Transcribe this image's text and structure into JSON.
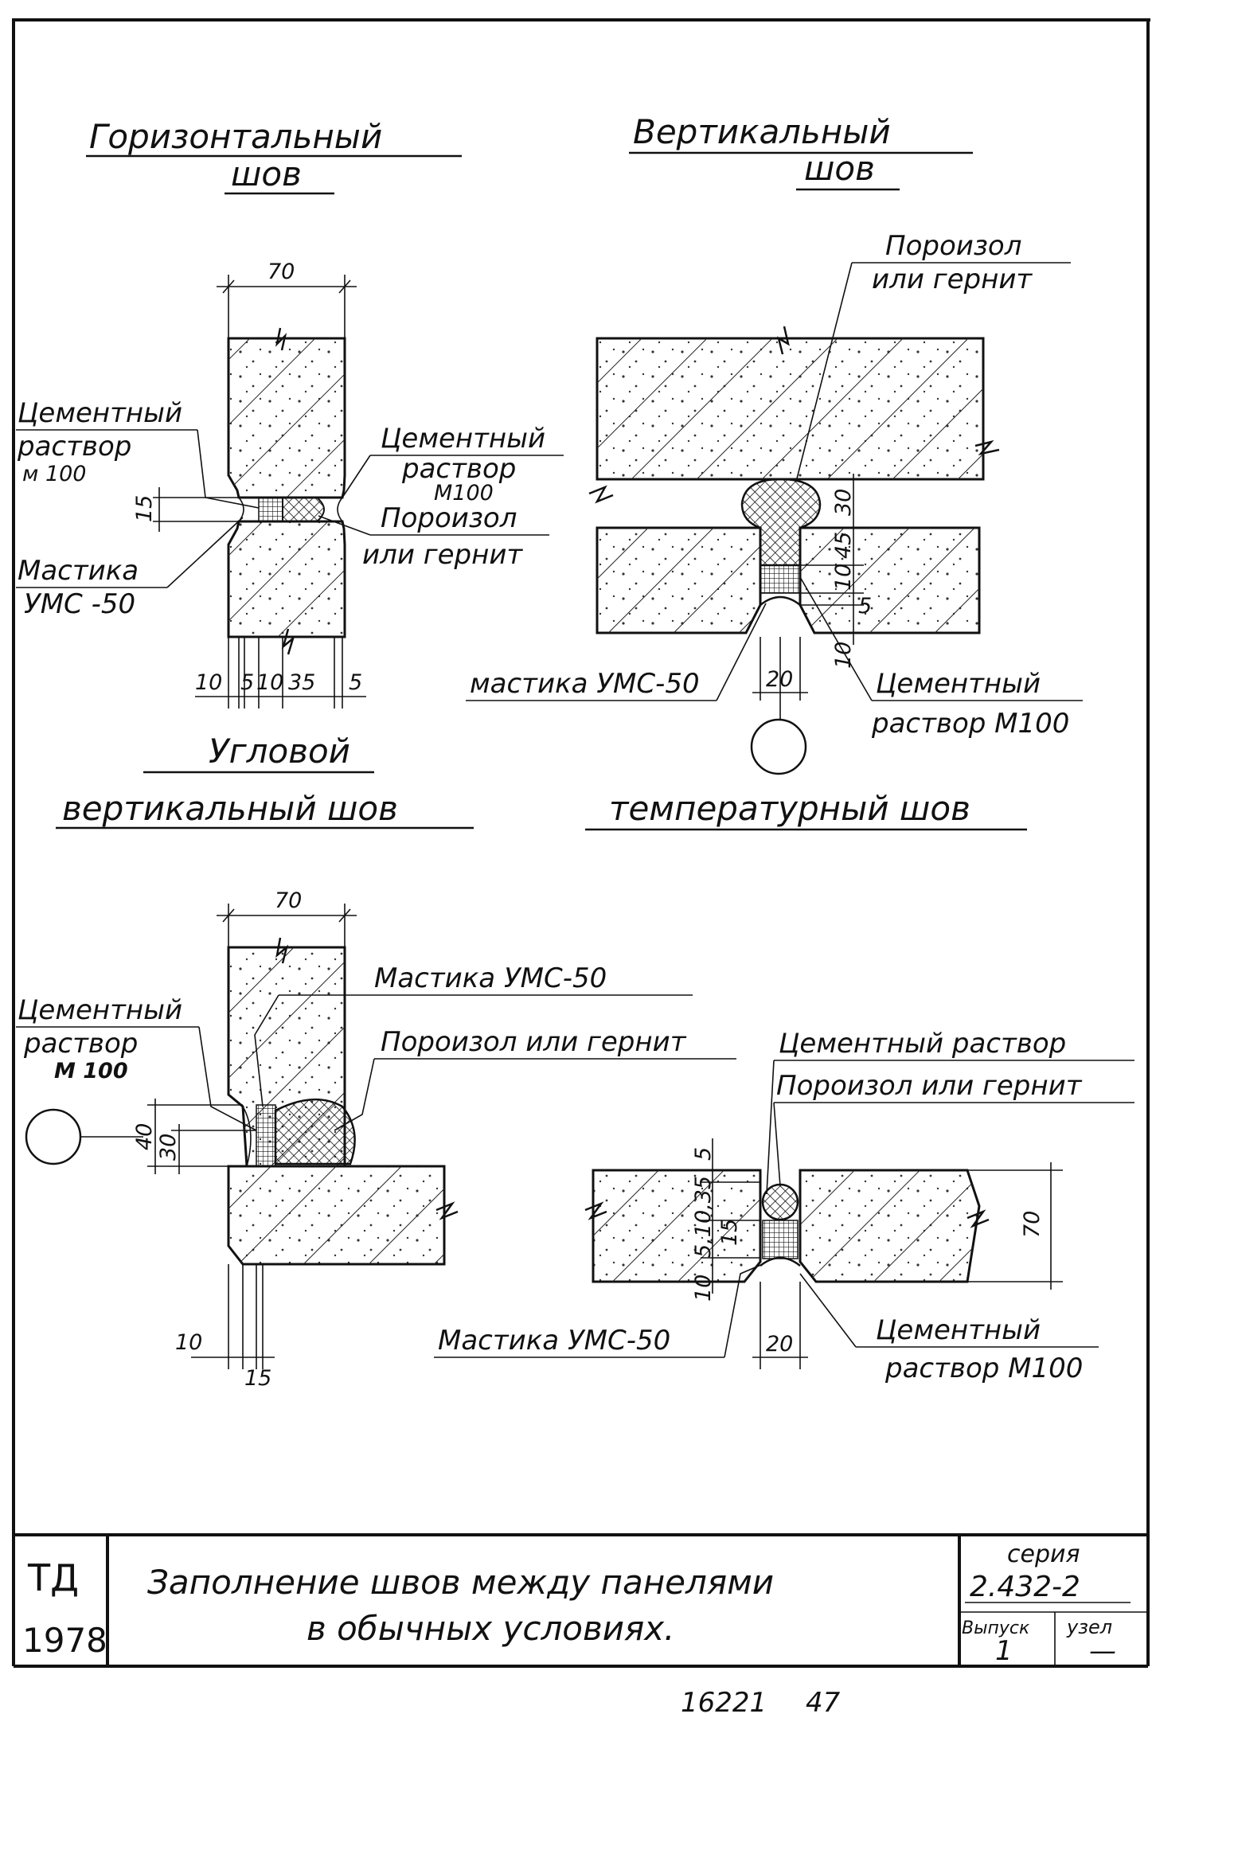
{
  "titles": {
    "horizontal_1": "Горизонтальный",
    "horizontal_2": "шов",
    "vertical_1": "Вертикальный",
    "vertical_2": "шов",
    "corner_1": "Угловой",
    "corner_2": "вертикальный шов",
    "temperature": "температурный шов"
  },
  "labels": {
    "h_cement_left_1": "Цементный",
    "h_cement_left_2": "раствор",
    "h_cement_left_3": "м 100",
    "h_cement_right_1": "Цементный",
    "h_cement_right_2": "раствор",
    "h_cement_right_3": "М100",
    "h_poroizol_1": "Пороизол",
    "h_poroizol_2": "или гернит",
    "h_mastic_1": "Мастика",
    "h_mastic_2": "УМС -50",
    "v_poroizol_1": "Пороизол",
    "v_poroizol_2": "или гернит",
    "v_mastic": "мастика УМС-50",
    "v_cement_1": "Цементный",
    "v_cement_2": "раствор М100",
    "c_mastic": "Мастика УМС-50",
    "c_poroizol": "Пороизол или гернит",
    "c_cement_1": "Цементный",
    "c_cement_2": "раствор",
    "c_cement_3": "М 100",
    "t_cement": "Цементный раствор",
    "t_poroizol": "Пороизол или гернит",
    "t_mastic": "Мастика УМС-50",
    "t_cement2_1": "Цементный",
    "t_cement2_2": "раствор М100"
  },
  "dims": {
    "h_width": "70",
    "h_15": "15",
    "h_10": "10",
    "h_5a": "5",
    "h_10b": "10",
    "h_35": "35",
    "h_5b": "5",
    "v_30": "30",
    "v_45": "45",
    "v_10": "10",
    "v_5": "5",
    "v_10b": "10",
    "v_20": "20",
    "c_width": "70",
    "c_40": "40",
    "c_30": "30",
    "c_10": "10",
    "c_15": "15",
    "t_5": "5",
    "t_10_35": "5,10,35",
    "t_15": "15",
    "t_10": "10",
    "t_20": "20",
    "t_70": "70"
  },
  "stamp": {
    "org": "ТД",
    "year": "1978",
    "title_1": "Заполнение швов между панелями",
    "title_2": "в обычных условиях.",
    "series_label": "серия",
    "series_value": "2.432-2",
    "issue_label": "Выпуск",
    "issue_value": "1",
    "node_label": "узел",
    "node_value": "—"
  },
  "footer": {
    "number": "16221",
    "page": "47"
  }
}
